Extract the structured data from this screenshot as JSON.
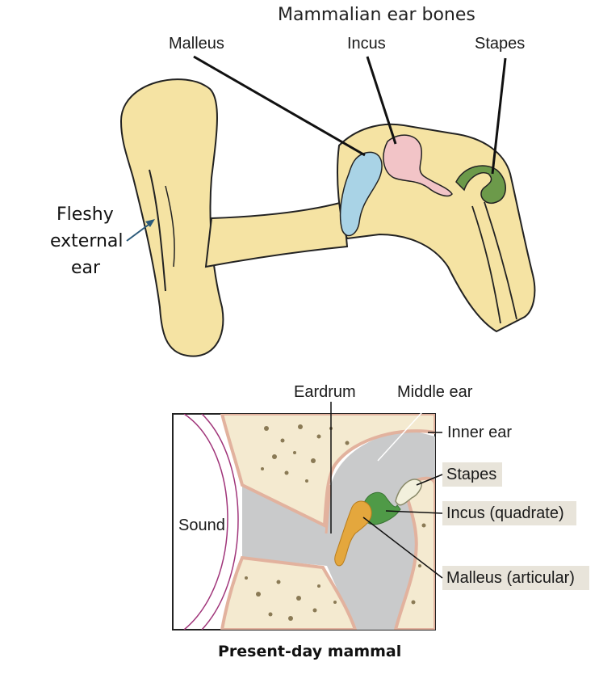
{
  "top_diagram": {
    "title": "Mammalian ear bones",
    "labels": {
      "malleus": "Malleus",
      "incus": "Incus",
      "stapes": "Stapes",
      "external_ear_line1": "Fleshy",
      "external_ear_line2": "external",
      "external_ear_line3": "ear"
    },
    "colors": {
      "bone_fill": "#f5e3a3",
      "malleus": "#a9d3e6",
      "incus": "#f2c4c7",
      "stapes": "#6c9a4a",
      "outline": "#222222",
      "pointer": "#2b5a7a"
    }
  },
  "bottom_diagram": {
    "labels": {
      "eardrum": "Eardrum",
      "middle_ear": "Middle ear",
      "inner_ear": "Inner ear",
      "sound": "Sound",
      "stapes": "Stapes",
      "incus": "Incus (quadrate)",
      "malleus": "Malleus (articular)"
    },
    "caption": "Present-day mammal",
    "colors": {
      "bone": "#f4ead0",
      "bone_edge": "#e2b29e",
      "cavity": "#c9cacb",
      "sound_wave": "#a0357a",
      "malleus": "#e4a73d",
      "incus": "#4f9a47",
      "stapes": "#f2f0dc",
      "label_bg": "#e8e4da"
    }
  }
}
